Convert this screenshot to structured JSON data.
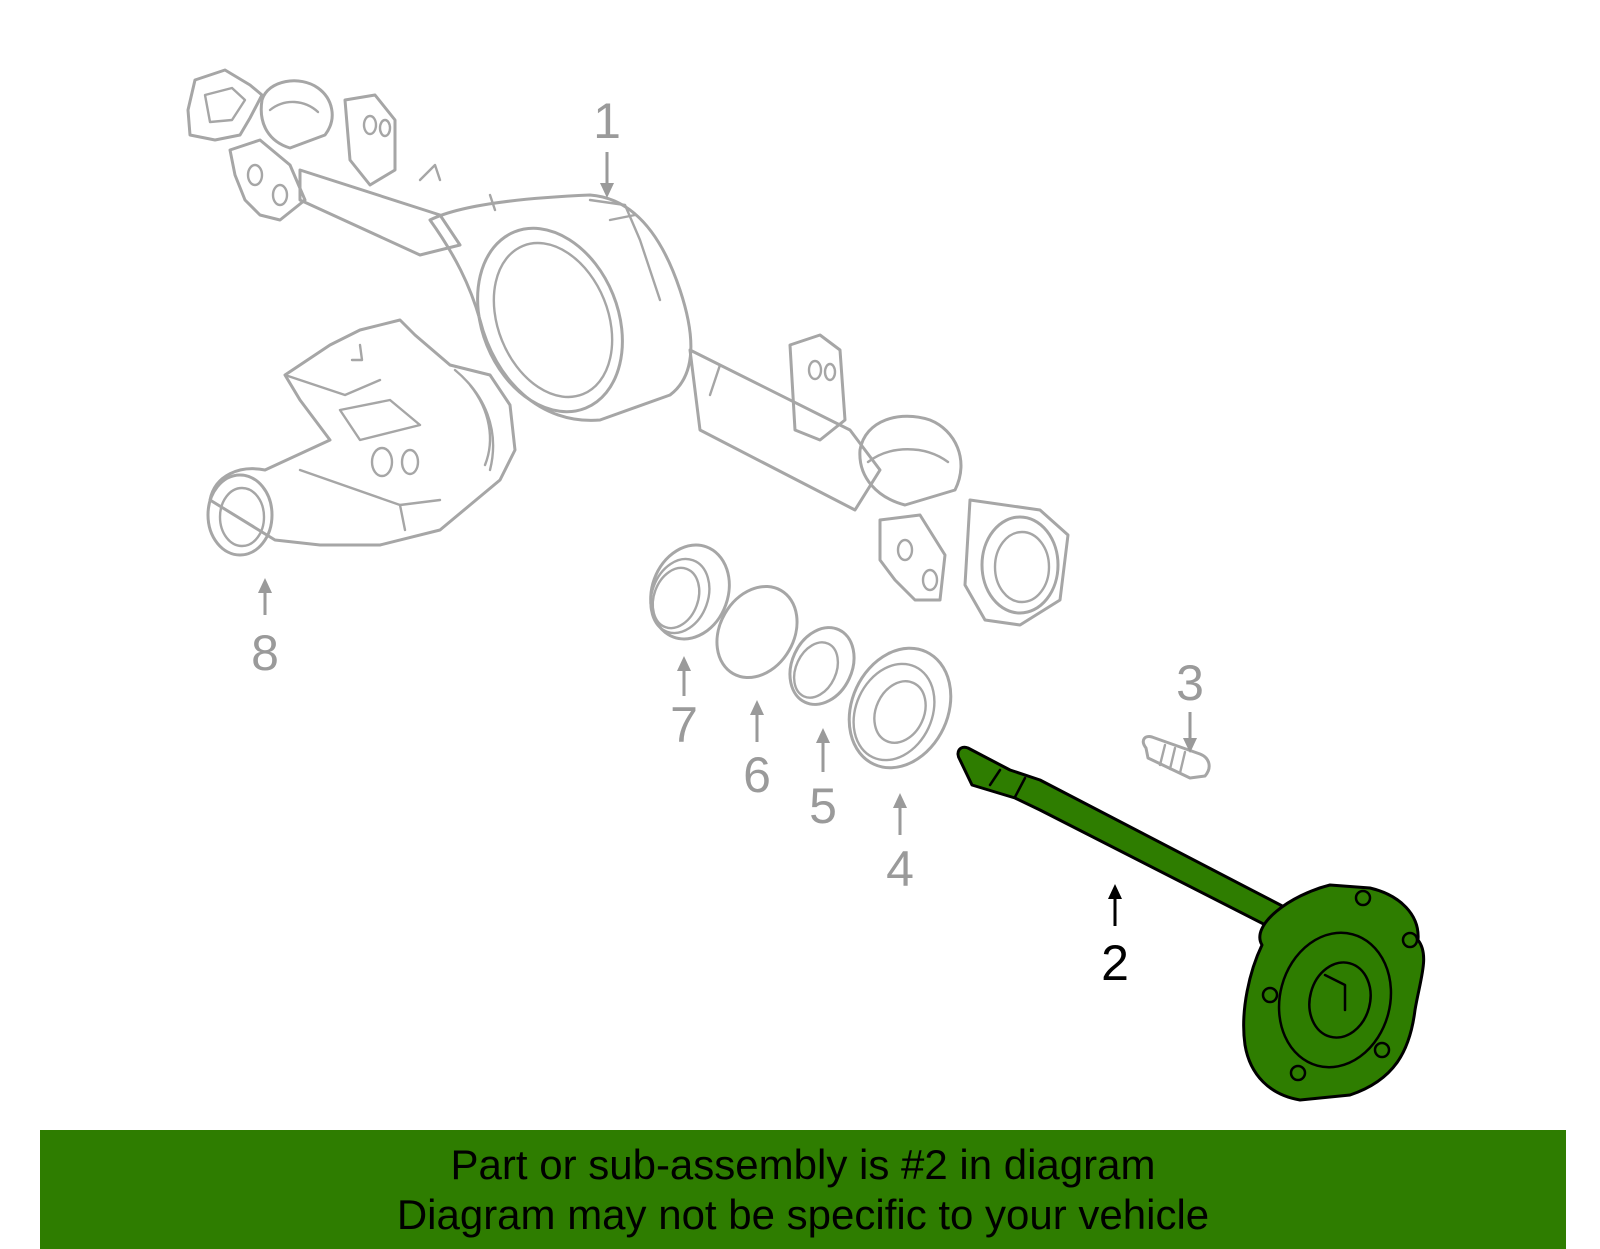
{
  "highlight_color": "#2e7d00",
  "diagram": {
    "callouts": [
      {
        "id": "1",
        "label": "1",
        "highlighted": false
      },
      {
        "id": "2",
        "label": "2",
        "highlighted": true
      },
      {
        "id": "3",
        "label": "3",
        "highlighted": false
      },
      {
        "id": "4",
        "label": "4",
        "highlighted": false
      },
      {
        "id": "5",
        "label": "5",
        "highlighted": false
      },
      {
        "id": "6",
        "label": "6",
        "highlighted": false
      },
      {
        "id": "7",
        "label": "7",
        "highlighted": false
      },
      {
        "id": "8",
        "label": "8",
        "highlighted": false
      }
    ]
  },
  "banner": {
    "line1": "Part or sub-assembly is #2 in diagram",
    "line2": "Diagram may not be specific to your vehicle"
  }
}
